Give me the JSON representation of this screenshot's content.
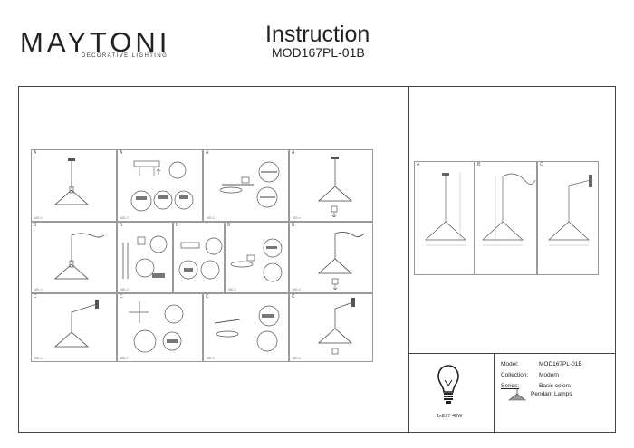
{
  "brand": {
    "name": "MAYTONI",
    "tagline": "DECORATIVE LIGHTING"
  },
  "header": {
    "title": "Instruction",
    "model": "MOD167PL-01B"
  },
  "steps": {
    "row1": [
      {
        "letter": "A",
        "code": "MD-1"
      },
      {
        "letter": "A",
        "code": "MD-2"
      },
      {
        "letter": "A",
        "code": "MD-3"
      },
      {
        "letter": "A",
        "code": "MD-4"
      }
    ],
    "row2": [
      {
        "letter": "B",
        "code": "MD-1"
      },
      {
        "letter": "B",
        "code": "MD-2"
      },
      {
        "letter": "B",
        "code": ""
      },
      {
        "letter": "B",
        "code": "MD-3"
      },
      {
        "letter": "B",
        "code": "MD-4"
      }
    ],
    "row3": [
      {
        "letter": "C",
        "code": "MD-1"
      },
      {
        "letter": "C",
        "code": "MD-2"
      },
      {
        "letter": "C",
        "code": "MD-3"
      },
      {
        "letter": "C",
        "code": "MD-4"
      }
    ]
  },
  "dimensions": [
    {
      "letter": "A"
    },
    {
      "letter": "B"
    },
    {
      "letter": "C"
    }
  ],
  "bulb": {
    "spec": "1xE27 40W",
    "icon": "bulb-icon"
  },
  "info": {
    "model_label": "Model:",
    "model_value": "MOD167PL-01B",
    "collection_label": "Collection:",
    "collection_value": "Modern",
    "series_label": "Series:",
    "series_value": "Basic colors",
    "type_value": "Pendant Lamps",
    "type_icon": "pendant-lamp-icon"
  }
}
